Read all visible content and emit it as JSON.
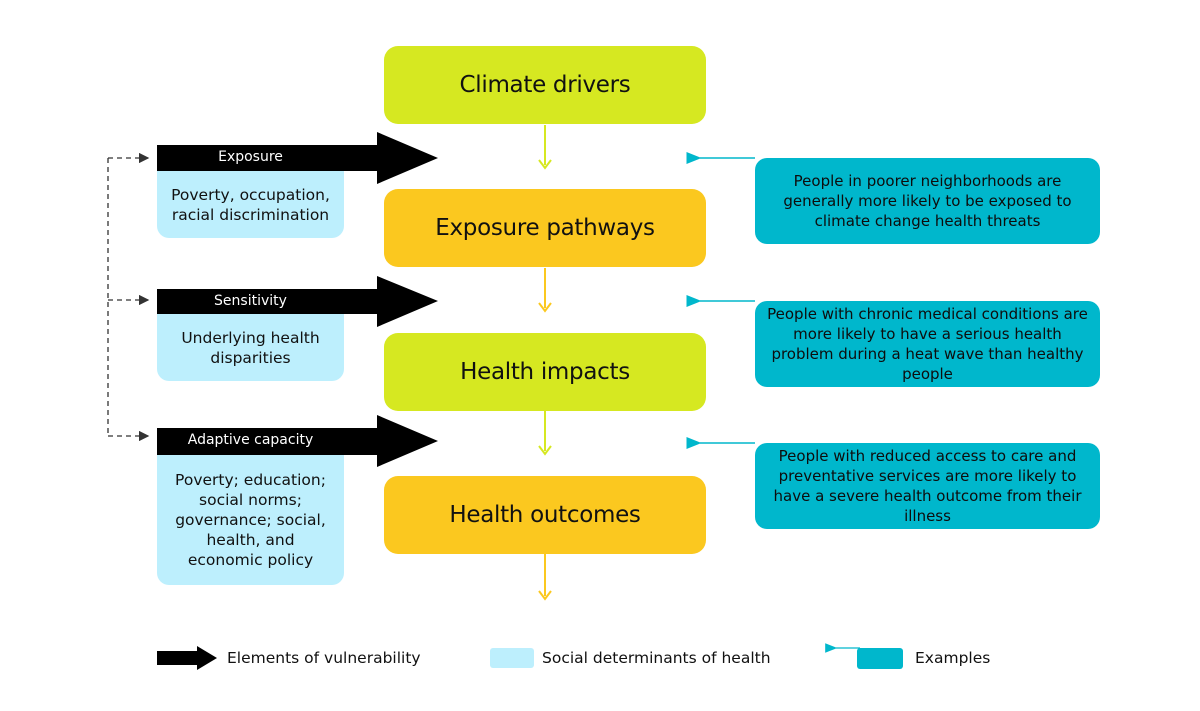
{
  "stages": [
    {
      "label": "Climate drivers",
      "color": "#d6e821"
    },
    {
      "label": "Exposure pathways",
      "color": "#fbc81f"
    },
    {
      "label": "Health impacts",
      "color": "#d6e821"
    },
    {
      "label": "Health outcomes",
      "color": "#fbc81f"
    }
  ],
  "vulnerability": [
    {
      "label": "Exposure",
      "determinants": "Poverty, occupation, racial discrimination"
    },
    {
      "label": "Sensitivity",
      "determinants": "Underlying health disparities"
    },
    {
      "label": "Adaptive capacity",
      "determinants": "Poverty; education; social norms; governance; social, health, and economic policy"
    }
  ],
  "examples": [
    "People in poorer neighborhoods are generally more likely to be exposed to climate change health threats",
    "People with chronic medical conditions are more likely to have a serious health problem during a heat wave than healthy people",
    "People with reduced access to care and preventative services are more likely to have a severe health outcome from their illness"
  ],
  "legend": {
    "vulnerability": "Elements of vulnerability",
    "determinants": "Social determinants of health",
    "examples": "Examples"
  },
  "colors": {
    "green": "#d6e821",
    "orange": "#fbc81f",
    "light_blue": "#bdeffd",
    "teal": "#00b7cc",
    "black": "#000000"
  }
}
